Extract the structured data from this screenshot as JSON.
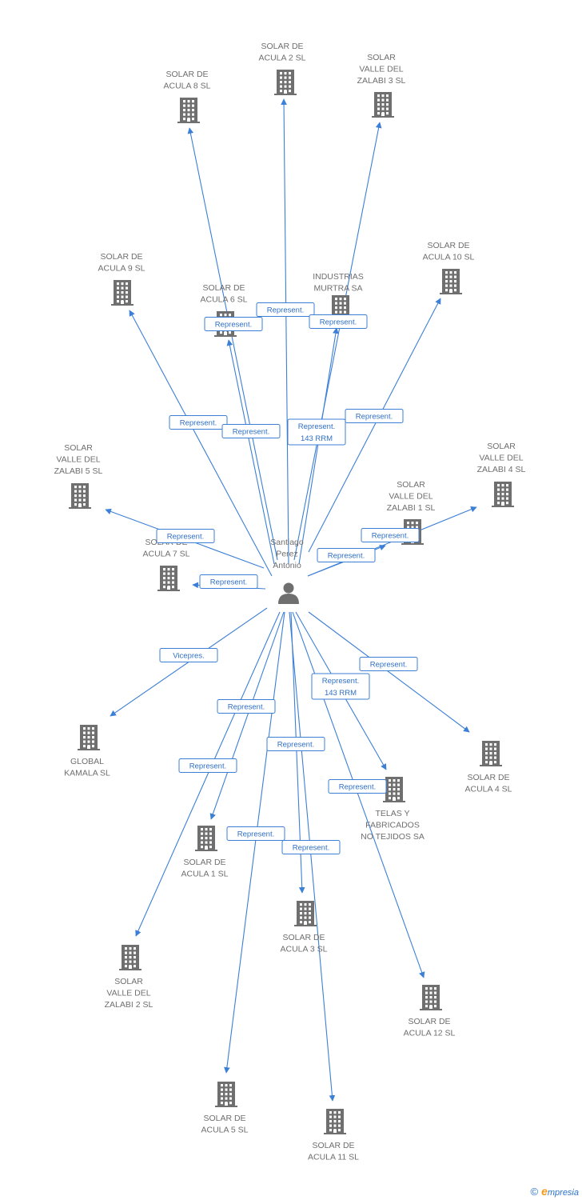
{
  "center": {
    "label": [
      "Santiago",
      "Perez",
      "Antonio"
    ],
    "icon": "person-icon"
  },
  "colors": {
    "edge": "#3c7fd6",
    "node_icon": "#6f6f6f",
    "label": "#6e6e6e"
  },
  "companies": [
    {
      "id": "acula-2",
      "label": [
        "SOLAR DE",
        "ACULA 2 SL"
      ]
    },
    {
      "id": "acula-8",
      "label": [
        "SOLAR DE",
        "ACULA 8 SL"
      ]
    },
    {
      "id": "zalabi-3",
      "label": [
        "SOLAR",
        "VALLE DEL",
        "ZALABI 3 SL"
      ]
    },
    {
      "id": "acula-10",
      "label": [
        "SOLAR DE",
        "ACULA 10 SL"
      ]
    },
    {
      "id": "acula-9",
      "label": [
        "SOLAR DE",
        "ACULA 9 SL"
      ]
    },
    {
      "id": "acula-6",
      "label": [
        "SOLAR DE",
        "ACULA 6 SL"
      ]
    },
    {
      "id": "murtra",
      "label": [
        "INDUSTRIAS",
        "MURTRA SA"
      ]
    },
    {
      "id": "zalabi-5",
      "label": [
        "SOLAR",
        "VALLE DEL",
        "ZALABI 5 SL"
      ]
    },
    {
      "id": "zalabi-4",
      "label": [
        "SOLAR",
        "VALLE DEL",
        "ZALABI 4 SL"
      ]
    },
    {
      "id": "zalabi-1",
      "label": [
        "SOLAR",
        "VALLE DEL",
        "ZALABI 1 SL"
      ]
    },
    {
      "id": "acula-7",
      "label": [
        "SOLAR DE",
        "ACULA 7 SL"
      ]
    },
    {
      "id": "global",
      "label": [
        "GLOBAL",
        "KAMALA SL"
      ]
    },
    {
      "id": "acula-4",
      "label": [
        "SOLAR DE",
        "ACULA 4 SL"
      ]
    },
    {
      "id": "telas",
      "label": [
        "TELAS Y",
        "FABRICADOS",
        "NO TEJIDOS SA"
      ]
    },
    {
      "id": "acula-1",
      "label": [
        "SOLAR DE",
        "ACULA 1 SL"
      ]
    },
    {
      "id": "acula-3",
      "label": [
        "SOLAR DE",
        "ACULA 3 SL"
      ]
    },
    {
      "id": "zalabi-2",
      "label": [
        "SOLAR",
        "VALLE DEL",
        "ZALABI 2 SL"
      ]
    },
    {
      "id": "acula-12",
      "label": [
        "SOLAR DE",
        "ACULA 12 SL"
      ]
    },
    {
      "id": "acula-5",
      "label": [
        "SOLAR DE",
        "ACULA 5 SL"
      ]
    },
    {
      "id": "acula-11",
      "label": [
        "SOLAR DE",
        "ACULA 11 SL"
      ]
    }
  ],
  "relations": [
    {
      "to": "acula-2",
      "label": [
        "Represent."
      ]
    },
    {
      "to": "acula-8",
      "label": [
        "Represent."
      ]
    },
    {
      "to": "zalabi-3",
      "label": [
        "Represent."
      ]
    },
    {
      "to": "acula-10",
      "label": [
        "Represent."
      ]
    },
    {
      "to": "acula-9",
      "label": [
        "Represent."
      ]
    },
    {
      "to": "acula-6",
      "label": [
        "Represent."
      ]
    },
    {
      "to": "murtra",
      "label": [
        "Represent.",
        "143 RRM"
      ]
    },
    {
      "to": "zalabi-5",
      "label": [
        "Represent."
      ]
    },
    {
      "to": "acula-7",
      "label": [
        "Represent."
      ]
    },
    {
      "to": "zalabi-4",
      "label": [
        "Represent."
      ]
    },
    {
      "to": "zalabi-1",
      "label": [
        "Represent."
      ]
    },
    {
      "to": "global",
      "label": [
        "Vicepres."
      ]
    },
    {
      "to": "acula-4",
      "label": [
        "Represent."
      ]
    },
    {
      "to": "telas",
      "label": [
        "Represent.",
        "143 RRM"
      ]
    },
    {
      "to": "acula-1",
      "label": [
        "Represent."
      ]
    },
    {
      "to": "zalabi-2",
      "label": [
        "Represent."
      ]
    },
    {
      "to": "acula-3",
      "label": [
        "Represent."
      ]
    },
    {
      "to": "acula-12",
      "label": [
        "Represent."
      ]
    },
    {
      "to": "acula-5",
      "label": [
        "Represent."
      ]
    },
    {
      "to": "acula-11",
      "label": [
        "Represent."
      ]
    }
  ],
  "footer": {
    "copyright": "©",
    "brand_initial": "e",
    "brand_rest": "mpresia"
  }
}
